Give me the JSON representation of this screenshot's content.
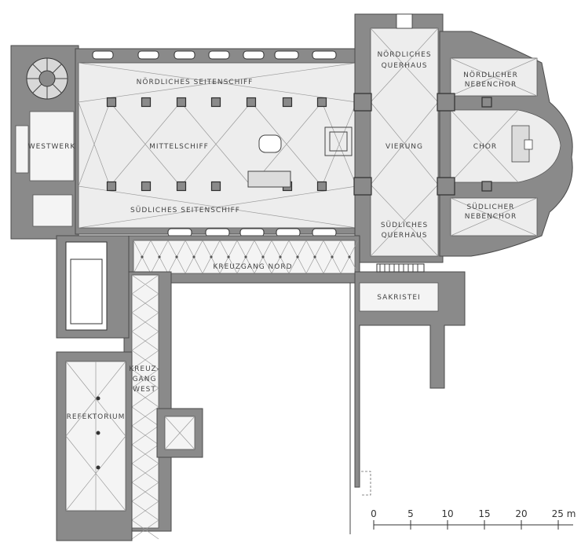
{
  "rooms": {
    "westwerk": "WESTWERK",
    "nord_seitenschiff": "NÖRDLICHES SEITENSCHIFF",
    "mittelschiff": "MITTELSCHIFF",
    "sued_seitenschiff": "SÜDLICHES SEITENSCHIFF",
    "nord_querhaus_1": "NÖRDLICHES",
    "nord_querhaus_2": "QUERHAUS",
    "vierung": "VIERUNG",
    "sued_querhaus_1": "SÜDLICHES",
    "sued_querhaus_2": "QUERHAUS",
    "nord_nebenchor_1": "NÖRDLICHER",
    "nord_nebenchor_2": "NEBENCHOR",
    "chor": "CHOR",
    "sued_nebenchor_1": "SÜDLICHER",
    "sued_nebenchor_2": "NEBENCHOR",
    "kreuzgang_nord": "KREUZGANG NORD",
    "sakristei": "SAKRISTEI",
    "kreuzgang_west_1": "KREUZ-",
    "kreuzgang_west_2": "GANG",
    "kreuzgang_west_3": "WEST",
    "refektorium": "REFEKTORIUM"
  },
  "scale": {
    "ticks": [
      "0",
      "5",
      "10",
      "15",
      "20"
    ],
    "last_tick": "25 m"
  },
  "colors": {
    "wall": "#8a8a8a",
    "floor": "#ededed",
    "line": "#444444"
  }
}
